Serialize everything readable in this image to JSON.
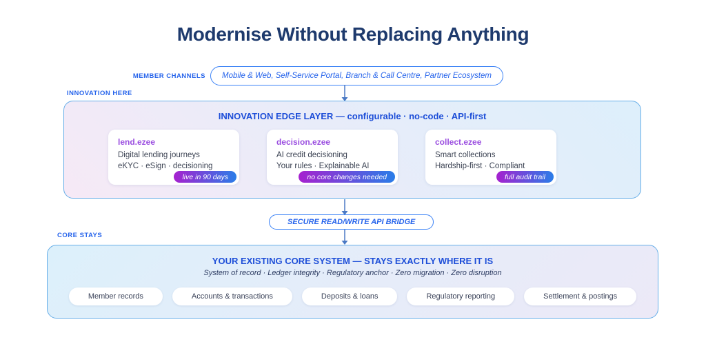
{
  "page": {
    "title": "Modernise Without Replacing Anything"
  },
  "member_channels": {
    "label": "MEMBER CHANNELS",
    "pill": "Mobile & Web, Self-Service Portal, Branch & Call Centre, Partner Ecosystem"
  },
  "innovation": {
    "section_label": "INNOVATION HERE",
    "title": "INNOVATION EDGE LAYER — configurable · no-code · API-first",
    "cards": [
      {
        "name": "lend.ezee",
        "line1": "Digital lending journeys",
        "line2": "eKYC · eSign · decisioning",
        "badge": "live in 90 days"
      },
      {
        "name": "decision.ezee",
        "line1": "AI credit decisioning",
        "line2": "Your rules · Explainable AI",
        "badge": "no core changes needed"
      },
      {
        "name": "collect.ezee",
        "line1": "Smart collections",
        "line2": "Hardship-first · Compliant",
        "badge": "full audit trail"
      }
    ]
  },
  "bridge": {
    "label": "SECURE READ/WRITE API BRIDGE"
  },
  "core": {
    "section_label": "CORE STAYS",
    "title": "YOUR EXISTING CORE SYSTEM — STAYS EXACTLY WHERE IT IS",
    "subtitle": "System of record · Ledger integrity · Regulatory anchor · Zero migration · Zero disruption",
    "capabilities": [
      "Member records",
      "Accounts & transactions",
      "Deposits & loans",
      "Regulatory reporting",
      "Settlement & postings"
    ]
  },
  "colors": {
    "navy_title": "#1e3a6d",
    "accent_blue": "#2563eb",
    "royal_blue": "#1d4ed8",
    "purple_product": "#9b4fe0",
    "badge_gradient_start": "#a621cf",
    "badge_gradient_end": "#2a7de8",
    "box_border_blue": "#66aee8"
  }
}
